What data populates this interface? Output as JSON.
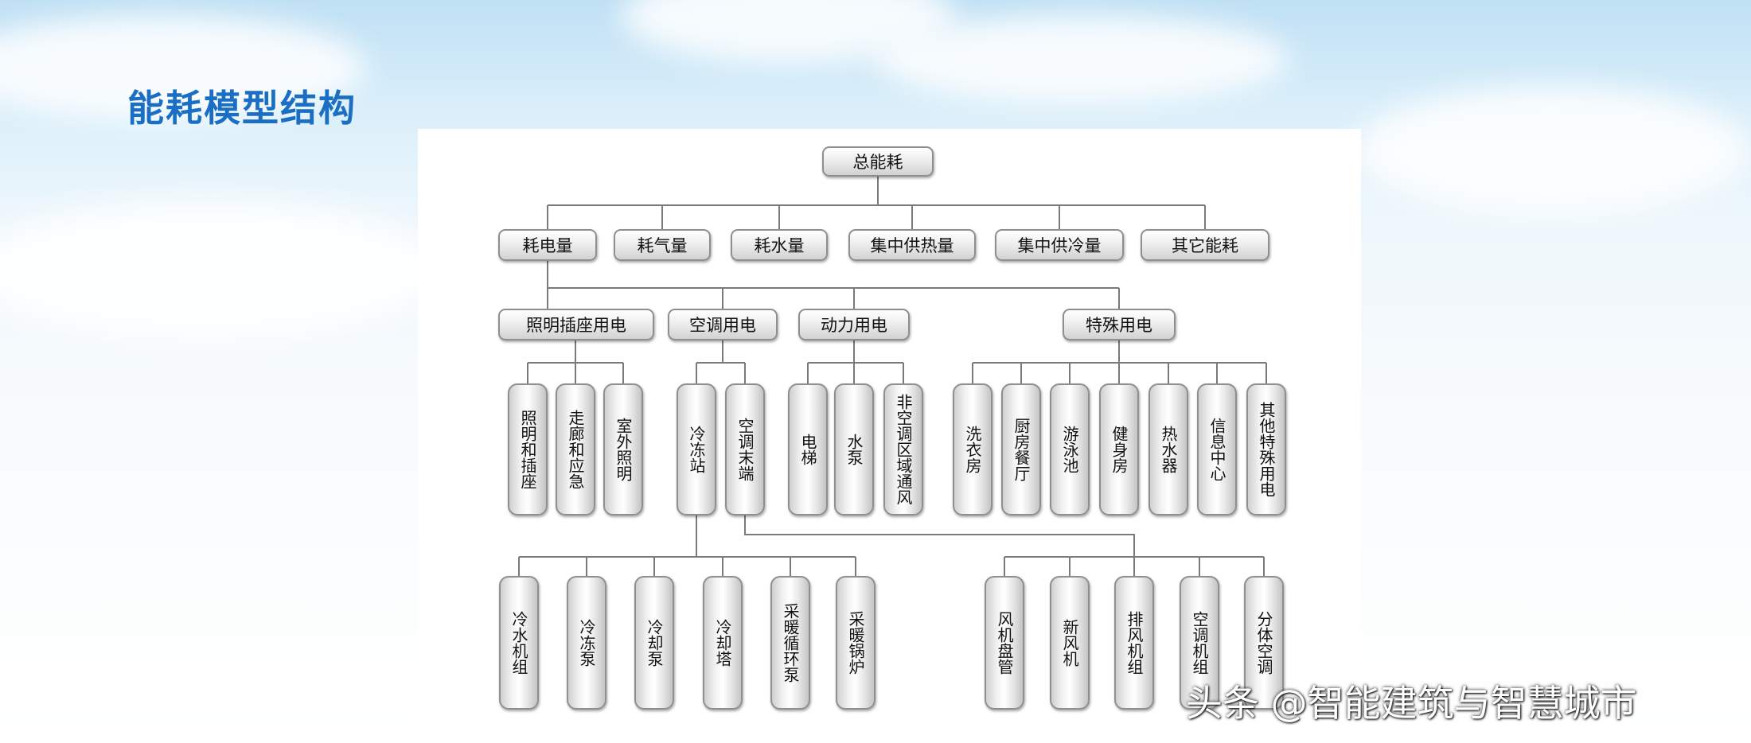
{
  "title": "能耗模型结构",
  "watermark": "头条 @智能建筑与智慧城市",
  "tree": {
    "root": "总能耗",
    "level1": [
      "耗电量",
      "耗气量",
      "耗水量",
      "集中供热量",
      "集中供冷量",
      "其它能耗"
    ],
    "level2": [
      "照明插座用电",
      "空调用电",
      "动力用电",
      "特殊用电"
    ],
    "lighting": [
      "照明和插座",
      "走廊和应急",
      "室外照明"
    ],
    "hvac": [
      "冷冻站",
      "空调末端"
    ],
    "power": [
      "电梯",
      "水泵",
      "非空调区域通风"
    ],
    "special": [
      "洗衣房",
      "厨房餐厅",
      "游泳池",
      "健身房",
      "热水器",
      "信息中心",
      "其他特殊用电"
    ],
    "cooling_station": [
      "冷水机组",
      "冷冻泵",
      "冷却泵",
      "冷却塔",
      "采暖循环泵",
      "采暖锅炉"
    ],
    "ac_terminal": [
      "风机盘管",
      "新风机",
      "排风机组",
      "空调机组",
      "分体空调"
    ]
  }
}
